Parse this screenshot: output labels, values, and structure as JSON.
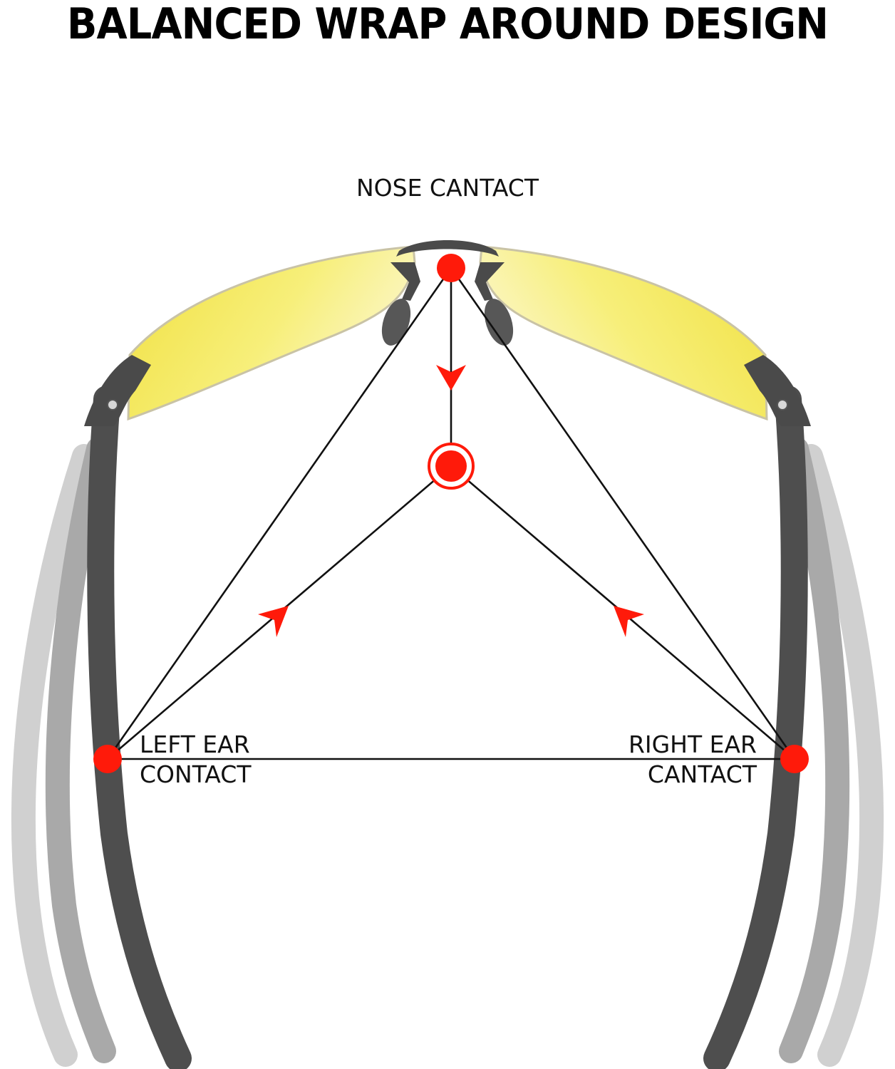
{
  "title": "BALANCED WRAP AROUND DESIGN",
  "labels": {
    "nose": "NOSE CANTACT",
    "left_ear_line1": "LEFT EAR",
    "left_ear_line2": "CONTACT",
    "right_ear_line1": "RIGHT EAR",
    "right_ear_line2": "CANTACT"
  },
  "colors": {
    "contact_point": "#ff1a0a",
    "lens": "#f2e84a",
    "frame": "#4a4a4a",
    "line": "#111111"
  }
}
